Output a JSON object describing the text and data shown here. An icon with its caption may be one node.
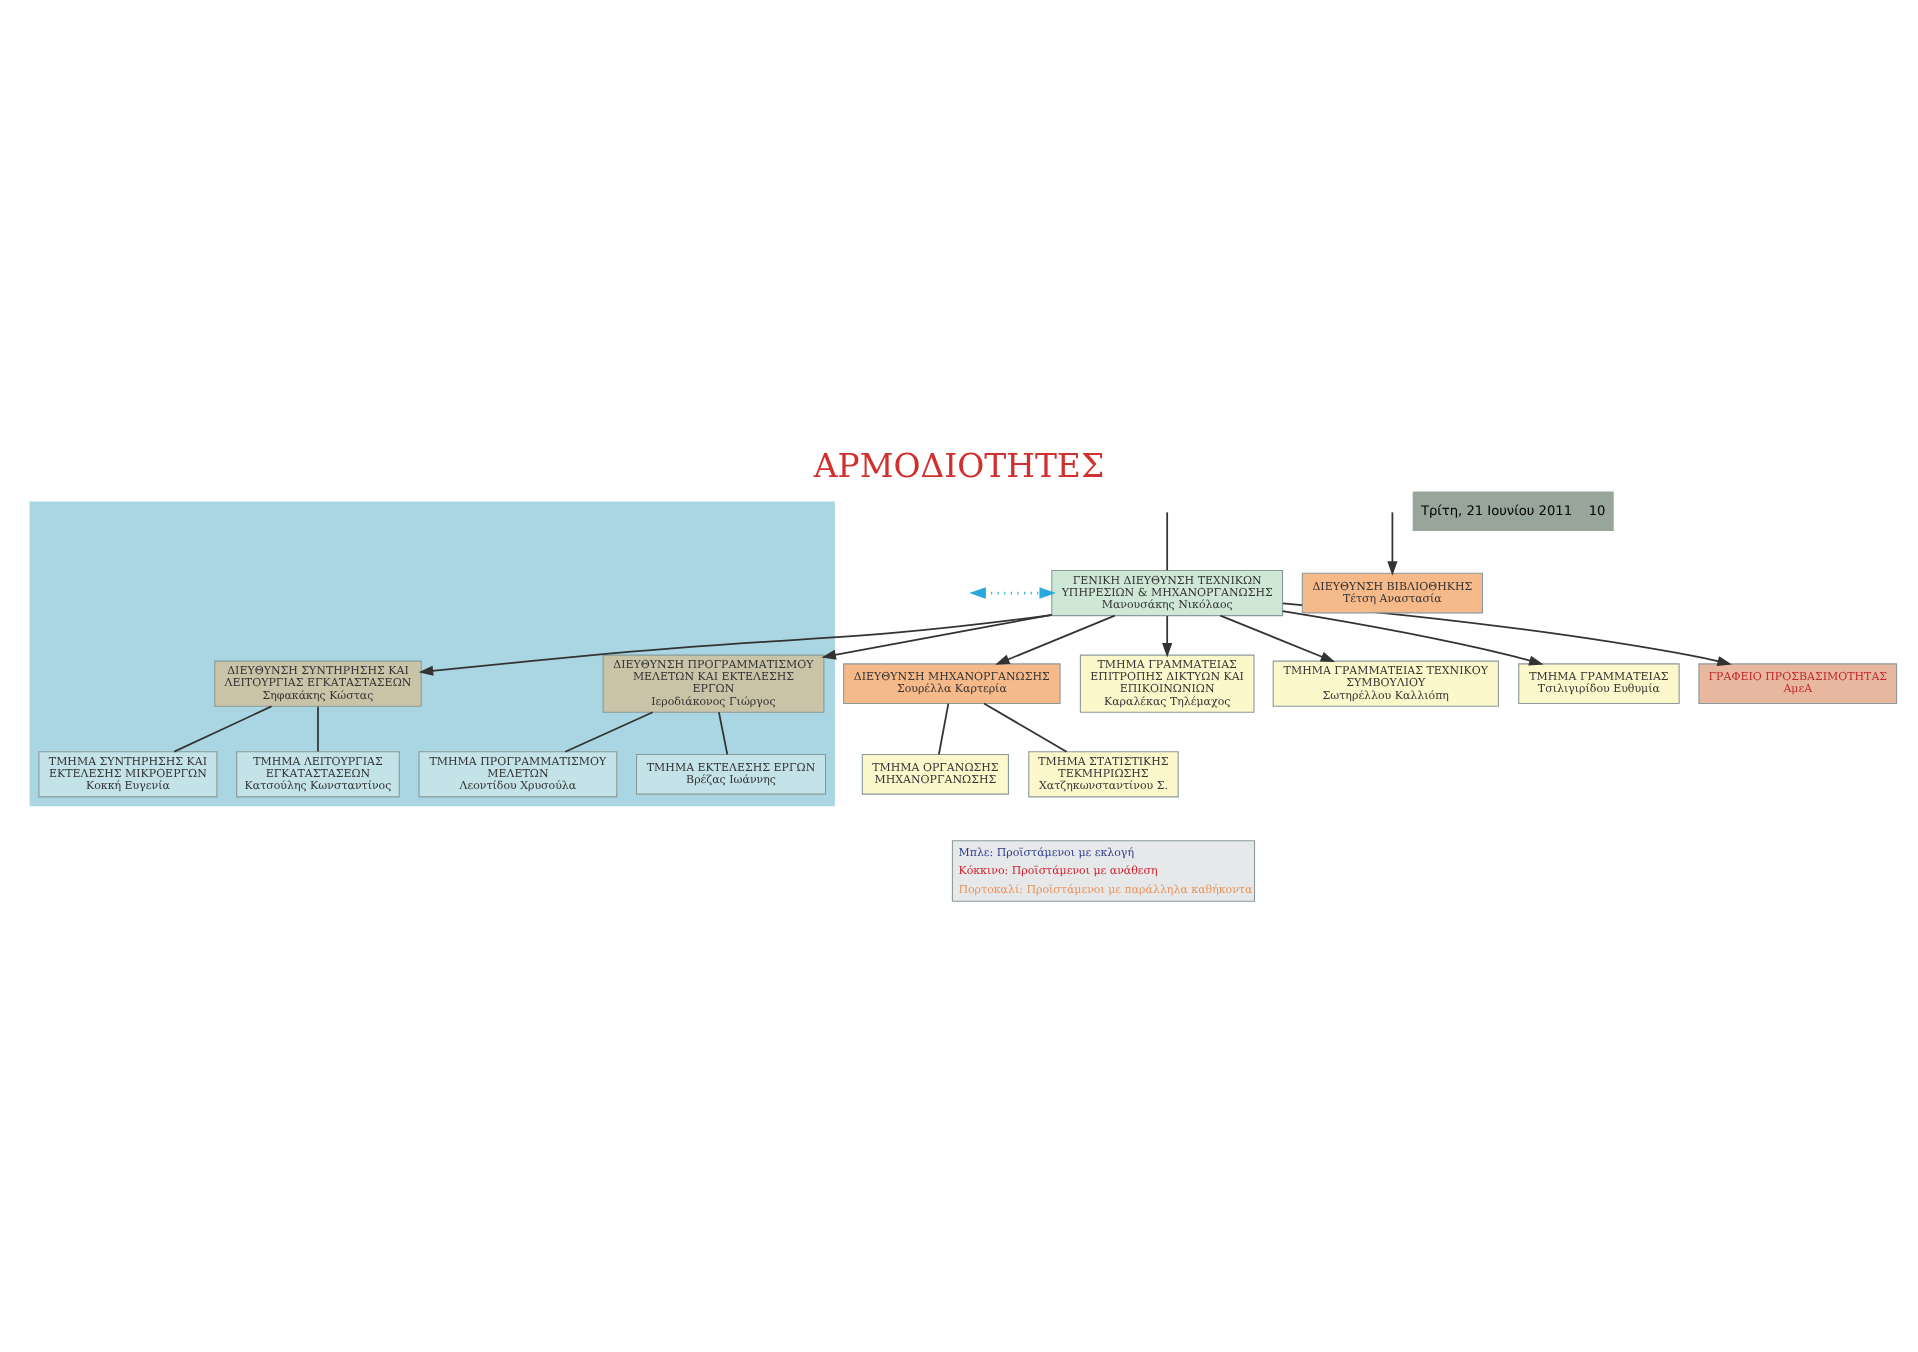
{
  "diagram": {
    "title": "ΑΡΜΟΔΙΟΤΗΤΕΣ",
    "nodes": [
      {
        "text": [
          "ΓΕΝΙΚΗ ΔΙΕΥΘΥΝΣΗ ΤΕΧΝΙΚΩΝ ΥΠΗΡΕΣΙΩΝ & ΜΗΧΑΝΟΡΓΑΝΩΣΗΣ",
          "Μανουσάκης Νικόλαος"
        ]
      },
      {
        "text": [],
        "shape": "box"
      },
      {
        "text": [
          "ΔΙΕΥΘΥΝΣΗ ΠΡΟΓΡΑΜΜΑΤΙΣΜΟΥ ΜΕΛΕΤΩΝ ΚΑΙ ΕΚΤΕΛΕΣΗΣ ΕΡΓΩΝ",
          "Ιεροδιάκονος Γιώργος"
        ],
        "in": 1
      },
      {
        "text": [
          "ΤΜΗΜΑ ΠΡΟΓΡΑΜΜΑΤΙΣΜΟΥ ΜΕΛΕΤΩΝ",
          "Λεοντίδου Χρυσούλα"
        ],
        "in": 1
      },
      {
        "text": [
          "ΤΜΗΜΑ ΕΚΤΕΛΕΣΗΣ ΕΡΓΩΝ",
          "Βρέζας Ιωάννης"
        ],
        "in": 1
      },
      {
        "text": [
          "ΔΙΕΥΘΥΝΣΗ ΣΥΝΤΗΡΗΣΗΣ ΚΑΙ ΛΕΙΤΟΥΡΓΙΑΣ ΕΓΚΑΤΑΣΤΑΣΕΩΝ",
          "Σηφακάκης Κώστας"
        ],
        "in": 1
      },
      {
        "text": [
          "ΤΜΗΜΑ ΣΥΝΤΗΡΗΣΗΣ ΚΑΙ ΕΚΤΕΛΕΣΗΣ ΜΙΚΡΟΕΡΓΩΝ",
          "Κοκκή Ευγενία"
        ],
        "in": 1
      },
      {
        "text": [
          "ΤΜΗΜΑ ΛΕΙΤΟΥΡΓΙΑΣ ΕΓΚΑΤΑΣΤΑΣΕΩΝ",
          "Κατσούλης Κωνσταντίνος"
        ],
        "in": 1
      },
      {
        "text": [
          "ΔΙΕΥΘΥΝΣΗ ΜΗΧΑΝΟΡΓΑΝΩΣΗΣ",
          "Σουρέλλα Καρτερία"
        ]
      },
      {
        "text": [
          "ΤΜΗΜΑ ΟΡΓΑΝΩΣΗΣ ΜΗΧΑΝΟΡΓΑΝΩΣΗΣ"
        ]
      },
      {
        "text": [
          "ΤΜΗΜΑ ΣΤΑΤΙΣΤΙΚΗΣ ΤΕΚΜΗΡΙΩΣΗΣ",
          "Χατζηκωνσταντίνου Σ."
        ]
      },
      {
        "text": [
          "ΤΜΗΜΑ ΓΡΑΜΜΑΤΕΙΑΣ ΕΠΙΤΡΟΠΗΣ ΔΙΚΤΥΩΝ ΚΑΙ ΕΠΙΚΟΙΝΩΝΙΩΝ",
          "Καραλέκας Τηλέμαχος"
        ]
      },
      {
        "text": [
          "ΤΜΗΜΑ ΓΡΑΜΜΑΤΕΙΑΣ ΤΕΧΝΙΚΟΥ ΣΥΜΒΟΥΛΙΟΥ",
          "Σωτηρέλλου Καλλιόπη"
        ]
      },
      {
        "text": [
          "ΤΜΗΜΑ ΓΡΑΜΜΑΤΕΙΑΣ",
          "Τσιλιγιρίδου Ευθυμία"
        ]
      },
      {
        "text": [
          "ΓΡΑΦΕΙΟ ΠΡΟΣΒΑΣΙΜΟΤΗΤΑΣ ΑμεΑ"
        ]
      },
      {
        "text": [
          "ΔΙΕΥΘΥΝΣΗ ΒΙΒΛΙΟΘΗΚΗΣ",
          "Τέτση Αναστασία"
        ]
      }
    ],
    "edges": [
      {
        "from": null,
        "to": 0,
        "arrow": "none"
      },
      {
        "from": null,
        "to": 0,
        "arrow": "both",
        "style": "dashed",
        "color": "#29a8e0"
      },
      {
        "from": 0,
        "to": 2,
        "arrow": "to"
      },
      {
        "from": 0,
        "to": 5,
        "arrow": "to"
      },
      {
        "from": 0,
        "to": 8,
        "arrow": "to"
      },
      {
        "from": 0,
        "to": 11,
        "arrow": "to"
      },
      {
        "from": 0,
        "to": 12,
        "arrow": "to"
      },
      {
        "from": 0,
        "to": 13,
        "arrow": "to"
      },
      {
        "from": 0,
        "to": 14,
        "arrow": "to"
      },
      {
        "from": null,
        "to": 15,
        "arrow": "to"
      },
      {
        "from": 2,
        "to": 3,
        "arrow": "none"
      },
      {
        "from": 2,
        "to": 4,
        "arrow": "none"
      },
      {
        "from": 5,
        "to": 6,
        "arrow": "none"
      },
      {
        "from": 5,
        "to": 7,
        "arrow": "none"
      },
      {
        "from": 8,
        "to": 9,
        "arrow": "none"
      },
      {
        "from": 8,
        "to": 10,
        "arrow": "none"
      }
    ],
    "labels": [
      "Τρίτη, 21 Ιουνίου 2011",
      "10"
    ],
    "legend": [
      {
        "text": "Μπλε: Προϊστάμενοι με εκλογή",
        "color": "#2e3d8f"
      },
      {
        "text": "Κόκκινο: Προϊστάμενοι με ανάθεση",
        "color": "#d0202e"
      },
      {
        "text": "Πορτοκαλί: Προϊστάμενοι με παράλληλα καθήκοντα",
        "color": "#e8945a"
      }
    ]
  }
}
